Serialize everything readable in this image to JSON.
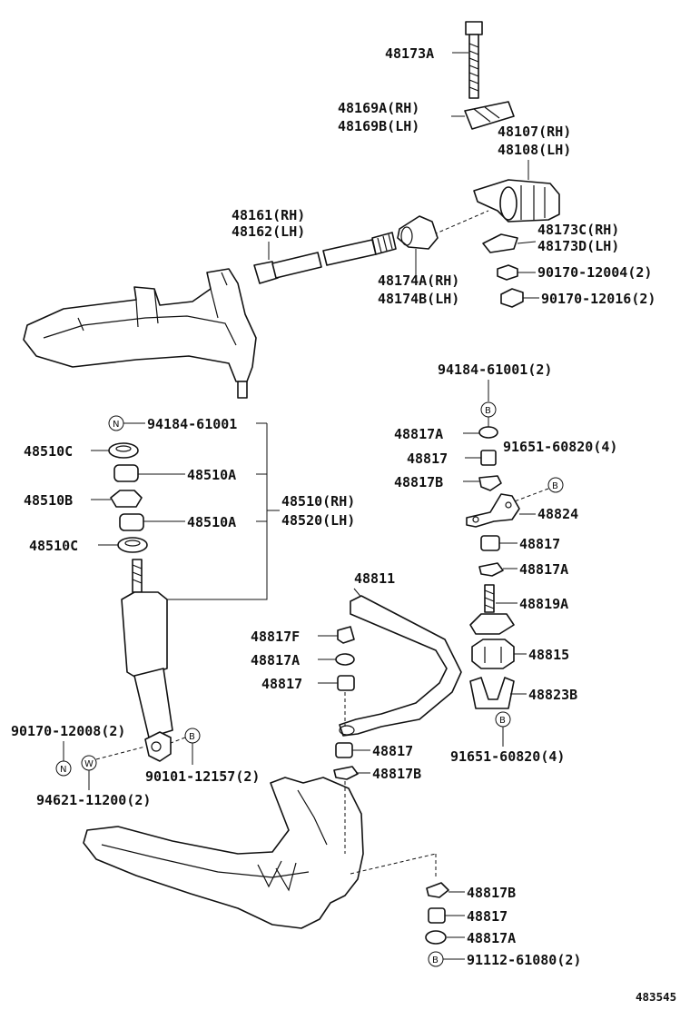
{
  "labels": {
    "p48173A": "48173A",
    "p48169A": "48169A(RH)",
    "p48169B": "48169B(LH)",
    "p48107": "48107(RH)",
    "p48108": "48108(LH)",
    "p48161": "48161(RH)",
    "p48162": "48162(LH)",
    "p48173C": "48173C(RH)",
    "p48173D": "48173D(LH)",
    "p48174A": "48174A(RH)",
    "p48174B": "48174B(LH)",
    "p90170_12004": "90170-12004(2)",
    "p90170_12016": "90170-12016(2)",
    "p94184_top": "94184-61001(2)",
    "p94184_left": "94184-61001",
    "p48817A_a": "48817A",
    "p48817_a": "48817",
    "p48817B_a": "48817B",
    "p91651_top": "91651-60820(4)",
    "p48824": "48824",
    "p48817_b": "48817",
    "p48817A_b": "48817A",
    "p48819A": "48819A",
    "p48815": "48815",
    "p48823B": "48823B",
    "p91651_bot": "91651-60820(4)",
    "p48510C_a": "48510C",
    "p48510A_a": "48510A",
    "p48510B": "48510B",
    "p48510A_b": "48510A",
    "p48510C_b": "48510C",
    "p48510": "48510(RH)",
    "p48520": "48520(LH)",
    "p48811": "48811",
    "p48817F": "48817F",
    "p48817A_c": "48817A",
    "p48817_c": "48817",
    "p90170_12008": "90170-12008(2)",
    "p90101_12157": "90101-12157(2)",
    "p94621_11200": "94621-11200(2)",
    "p48817_d": "48817",
    "p48817B_d": "48817B",
    "p48817B_e": "48817B",
    "p48817_e": "48817",
    "p48817A_e": "48817A",
    "p91112_61080": "91112-61080(2)",
    "diagram_id": "483545"
  },
  "marks": {
    "N": "N",
    "B": "B",
    "W": "W"
  }
}
